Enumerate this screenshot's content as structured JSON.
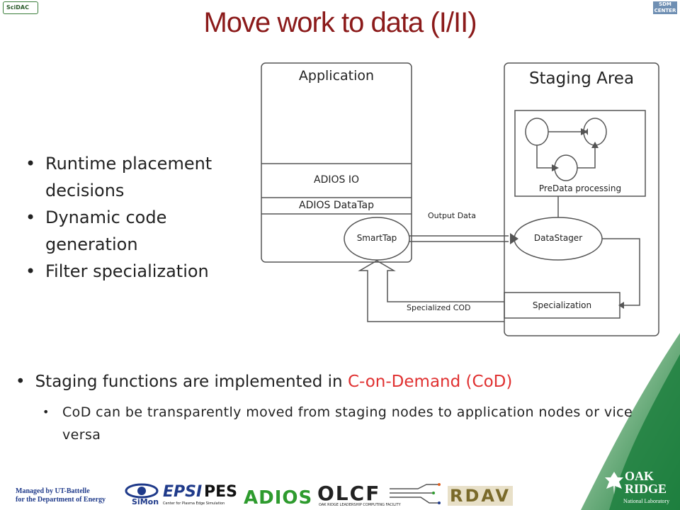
{
  "slide": {
    "title": "Move work to data (I/II)",
    "bullets": [
      "Runtime placement decisions",
      "Dynamic code generation",
      "Filter specialization"
    ],
    "main_bullet": {
      "prefix": "Staging functions are implemented in ",
      "highlight": "C-on-Demand (CoD)"
    },
    "sub_bullet": "CoD can be transparently moved from staging nodes to application nodes or vice versa",
    "footer": {
      "line1": "Managed by UT-Battelle",
      "line2": "for the Department of Energy"
    }
  },
  "diagram": {
    "application_label": "Application",
    "staging_label": "Staging Area",
    "adios_io": "ADIOS IO",
    "adios_datatap": "ADIOS DataTap",
    "smarttap": "SmartTap",
    "datastager": "DataStager",
    "predata": "PreData processing",
    "output_data": "Output Data",
    "specialized_cod": "Specialized COD",
    "specialization": "Specialization"
  },
  "logos": {
    "sdac": "SciDAC",
    "sdm": "SDM CENTER",
    "simon": "SiMon",
    "epsi": "EPSI",
    "pes": "PES",
    "pes_sub": "Center for Plasma Edge Simulation",
    "adios": "ADIOS",
    "olcf": "OLCF",
    "olcf_sub": "OAK RIDGE LEADERSHIP COMPUTING FACILITY",
    "rdav": "RDAV",
    "ornl1": "OAK",
    "ornl2": "RIDGE",
    "ornl3": "National Laboratory"
  },
  "colors": {
    "title": "#8b1a1a",
    "highlight": "#e03030",
    "green_band": "#2e8b57"
  }
}
